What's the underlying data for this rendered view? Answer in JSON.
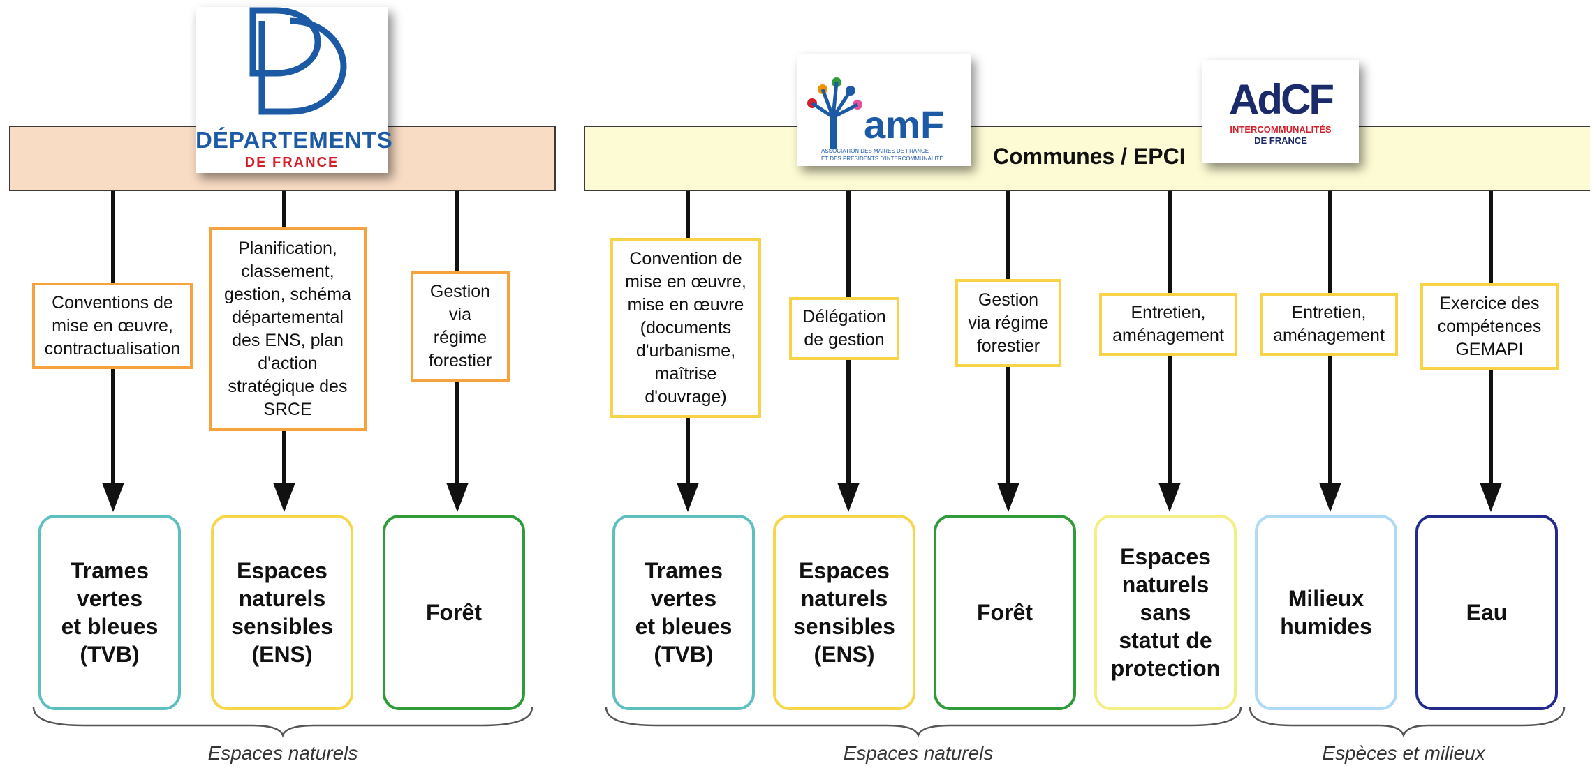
{
  "left_band": {
    "logo": {
      "name": "departements-de-france-logo",
      "text_top": "DÉPARTEMENTS",
      "text_bottom": "DE FRANCE",
      "color_blue": "#1c5aa6",
      "color_red": "#d3202b"
    }
  },
  "right_band": {
    "title": "Communes / EPCI",
    "logos": [
      {
        "name": "amf-logo",
        "main": "amF",
        "sub1": "ASSOCIATION DES MAIRES DE FRANCE",
        "sub2": "ET DES PRÉSIDENTS D'INTERCOMMUNALITÉ"
      },
      {
        "name": "adcf-logo",
        "main": "AdCF",
        "sub1": "INTERCOMMUNALITÉS",
        "sub2": "DE FRANCE"
      }
    ]
  },
  "actions": [
    {
      "text": "Conventions de\nmise en œuvre,\ncontractualisation",
      "color": "orange"
    },
    {
      "text": "Planification,\nclassement,\ngestion, schéma\ndépartemental\ndes ENS, plan\nd'action\nstratégique des\nSRCE",
      "color": "orange"
    },
    {
      "text": "Gestion\nvia\nrégime\nforestier",
      "color": "orange"
    },
    {
      "text": "Convention de\nmise en œuvre,\nmise en œuvre\n(documents\nd'urbanisme,\nmaîtrise\nd'ouvrage)",
      "color": "yellow"
    },
    {
      "text": "Délégation\nde gestion",
      "color": "yellow"
    },
    {
      "text": "Gestion\nvia régime\nforestier",
      "color": "yellow"
    },
    {
      "text": "Entretien,\naménagement",
      "color": "yellow"
    },
    {
      "text": "Entretien,\naménagement",
      "color": "yellow"
    },
    {
      "text": "Exercice des\ncompétences\nGEMAPI",
      "color": "yellow"
    }
  ],
  "targets": [
    {
      "text": "Trames\nvertes\net bleues\n(TVB)",
      "color": "#5dbfc0"
    },
    {
      "text": "Espaces\nnaturels\nsensibles\n(ENS)",
      "color": "#f6d64b"
    },
    {
      "text": "Forêt",
      "color": "#2f9b3a"
    },
    {
      "text": "Trames\nvertes\net bleues\n(TVB)",
      "color": "#5dbfc0"
    },
    {
      "text": "Espaces\nnaturels\nsensibles\n(ENS)",
      "color": "#f6d64b"
    },
    {
      "text": "Forêt",
      "color": "#2f9b3a"
    },
    {
      "text": "Espaces\nnaturels\nsans\nstatut de\nprotection",
      "color": "#f3ef85"
    },
    {
      "text": "Milieux\nhumides",
      "color": "#aedaf5"
    },
    {
      "text": "Eau",
      "color": "#222a8c"
    }
  ],
  "groups": [
    {
      "label": "Espaces naturels"
    },
    {
      "label": "Espaces naturels"
    },
    {
      "label": "Espèces et milieux"
    }
  ]
}
